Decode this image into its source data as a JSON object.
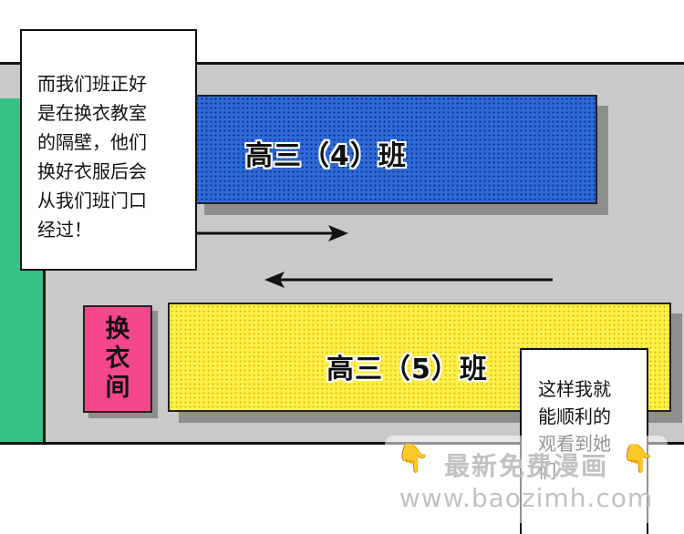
{
  "panel": {
    "caption_top": {
      "lines": [
        "而我们班正好",
        "是在换衣教室",
        "的隔壁，他们",
        "换好衣服后会",
        "从我们班门口",
        "经过！"
      ]
    },
    "caption_bottom": {
      "lines": [
        "这样我就",
        "能顺利的",
        "观看到她",
        "们"
      ]
    },
    "rooms": {
      "class_4": "高三（4）班",
      "class_5": "高三（5）班",
      "changing_room": [
        "换",
        "衣",
        "间"
      ]
    },
    "arrows": {
      "upper": "right",
      "lower": "left"
    }
  },
  "watermark": {
    "title": "最新免费漫画",
    "url": "www.baozimh.com",
    "hand_icon": "pointing-down-hand-icon"
  },
  "colors": {
    "class_4": "#2f6ad6",
    "class_5": "#fff04a",
    "changing_room": "#f5478c",
    "wall": "#37c184",
    "corridor": "#c9c9c9"
  }
}
